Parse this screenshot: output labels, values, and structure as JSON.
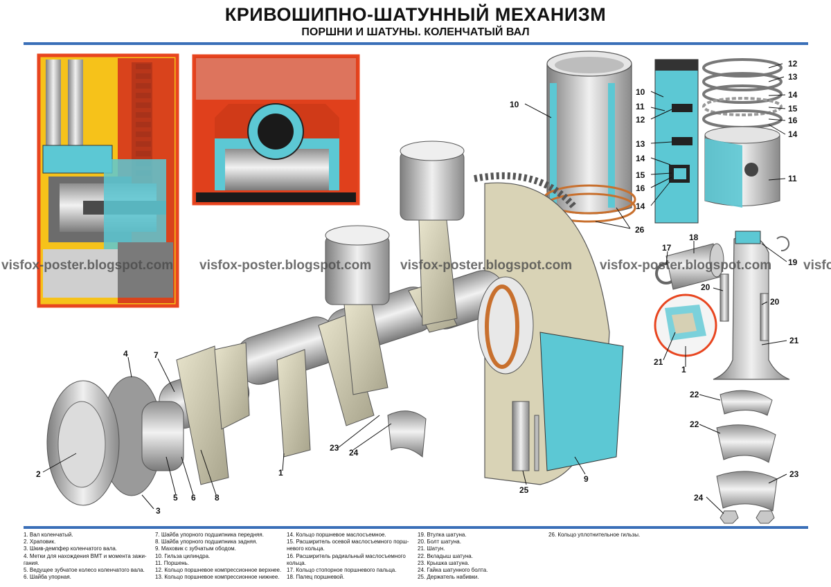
{
  "title": "КРИВОШИПНО-ШАТУННЫЙ МЕХАНИЗМ",
  "subtitle": "ПОРШНИ И ШАТУНЫ. КОЛЕНЧАТЫЙ ВАЛ",
  "watermarks": [
    "visfox-poster.blogspot.com",
    "visfox-poster.blogspot.com",
    "visfox-poster.blogspot.com",
    "visfox-poster.blogspot.com",
    "visfox"
  ],
  "callouts": {
    "c1": "1",
    "c2": "2",
    "c3": "3",
    "c4": "4",
    "c5": "5",
    "c6": "6",
    "c7": "7",
    "c8": "8",
    "c9": "9",
    "c10": "10",
    "c11": "11",
    "c12": "12",
    "c13": "13",
    "c14": "14",
    "c15": "15",
    "c16": "16",
    "c17": "17",
    "c18": "18",
    "c19": "19",
    "c20": "20",
    "c21": "21",
    "c22": "22",
    "c23": "23",
    "c24": "24",
    "c25": "25",
    "c26": "26"
  },
  "legend": {
    "col1": [
      "1. Вал коленчатый.",
      "2. Храповик.",
      "3. Шкив-демпфер коленчатого вала.",
      "4. Метки для нахождения ВМТ и момента зажи-",
      "гания.",
      "5. Ведущее зубчатое колесо коленчатого вала.",
      "6. Шайба упорная."
    ],
    "col2": [
      "7. Шайба упорного подшипника передняя.",
      "8. Шайба упорного подшипника задняя.",
      "9. Маховик с зубчатым ободом.",
      "10. Гильза цилиндра.",
      "11. Поршень.",
      "12. Кольцо поршневое компрессионное верхнее.",
      "13. Кольцо поршневое компрессионное нижнее."
    ],
    "col3": [
      "14. Кольцо поршневое маслосъемное.",
      "15. Расширитель осевой маслосъемного порш-",
      "невого кольца.",
      "16. Расширитель радиальный маслосъемного",
      "кольца.",
      "17. Кольцо стопорное поршневого пальца.",
      "18. Палец поршневой."
    ],
    "col4": [
      "19. Втулка шатуна.",
      "20. Болт шатуна.",
      "21. Шатун.",
      "22. Вкладыш шатуна.",
      "23. Крышка шатуна.",
      "24. Гайка шатунного болта.",
      "25. Держатель набивки."
    ],
    "col5": [
      "26. Кольцо уплотнительное гильзы."
    ]
  },
  "colors": {
    "accent_rule": "#3a6fb8",
    "panel_frame": "#e8451f",
    "cutaway": "#5cc8d4",
    "metal": "#c9c9c9",
    "gasket": "#c8702e"
  }
}
